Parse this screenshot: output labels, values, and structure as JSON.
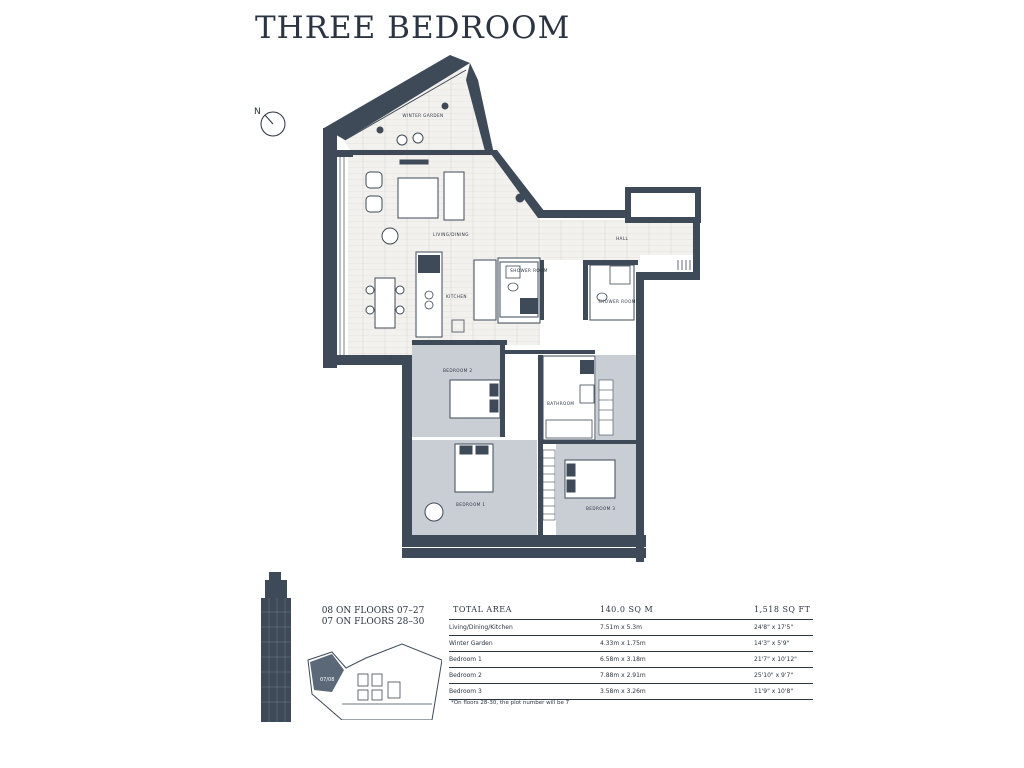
{
  "title": "THREE BEDROOM",
  "compass": {
    "label": "N"
  },
  "rooms": {
    "winter_garden": "WINTER GARDEN",
    "living_dining": "LIVING/DINING",
    "hall": "HALL",
    "kitchen": "KITCHEN",
    "shower_room_1": "SHOWER ROOM",
    "shower_room_2": "SHOWER ROOM",
    "bedroom_2": "BEDROOM 2",
    "bedroom_1": "BEDROOM 1",
    "bedroom_3": "BEDROOM 3",
    "bathroom": "BATHROOM"
  },
  "floors": {
    "line1": "08 ON FLOORS 07–27",
    "line2": "07 ON FLOORS 28–30"
  },
  "keyplan": {
    "unit_label": "07/08"
  },
  "area_table": {
    "headers": [
      "TOTAL AREA",
      "140.0 SQ M",
      "1,518 SQ FT"
    ],
    "rows": [
      {
        "name": "Living/Dining/Kitchen",
        "metric": "7.51m x 5.3m",
        "imperial": "24'8\" x 17'5\""
      },
      {
        "name": "Winter Garden",
        "metric": "4.33m x 1.75m",
        "imperial": "14'3\" x 5'9\""
      },
      {
        "name": "Bedroom 1",
        "metric": "6.58m x 3.18m",
        "imperial": "21'7\" x 10'12\""
      },
      {
        "name": "Bedroom 2",
        "metric": "7.88m x 2.91m",
        "imperial": "25'10\" x 9'7\""
      },
      {
        "name": "Bedroom 3",
        "metric": "3.58m x 3.26m",
        "imperial": "11'9\" x 10'8\""
      }
    ]
  },
  "footnote": "*On floors 28-30, the plot number will be 7",
  "colors": {
    "wall": "#3e4a58",
    "room_fill": "#c9ced5",
    "floor_wood": "#f1efec",
    "line": "#2b3440"
  }
}
